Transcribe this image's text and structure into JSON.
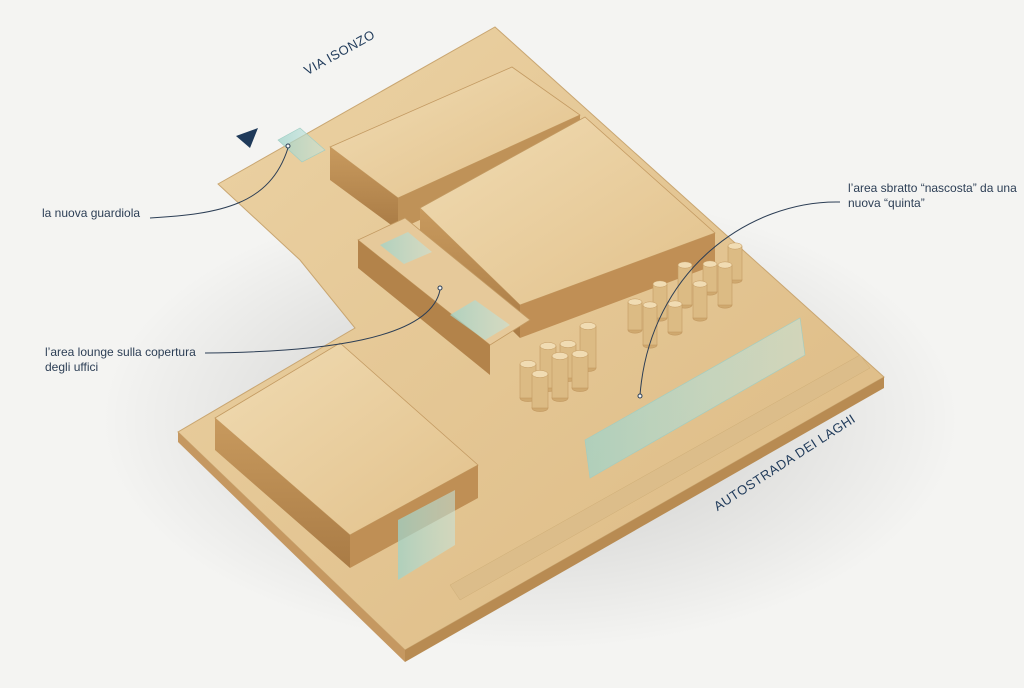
{
  "streets": {
    "north": "VIA ISONZO",
    "south": "AUTOSTRADA DEI LAGHI"
  },
  "annotations": [
    {
      "id": "guardiola",
      "lines": [
        "la nuova guardiola"
      ]
    },
    {
      "id": "lounge",
      "lines": [
        "l’area lounge sulla copertura",
        "degli uffici"
      ]
    },
    {
      "id": "sbratto",
      "lines": [
        "l’area sbratto “nascosta” da una",
        "nuova “quinta”"
      ]
    }
  ],
  "colors": {
    "background": "#f4f4f2",
    "wood_light": "#e9cf9f",
    "wood_mid": "#d6b47c",
    "wood_dark": "#b98c55",
    "glass": "#8fc7bd",
    "ink": "#1f3a5a",
    "leader_line": "#2c3e55"
  },
  "icons": {
    "entrance_marker": "triangle-arrow-icon"
  }
}
